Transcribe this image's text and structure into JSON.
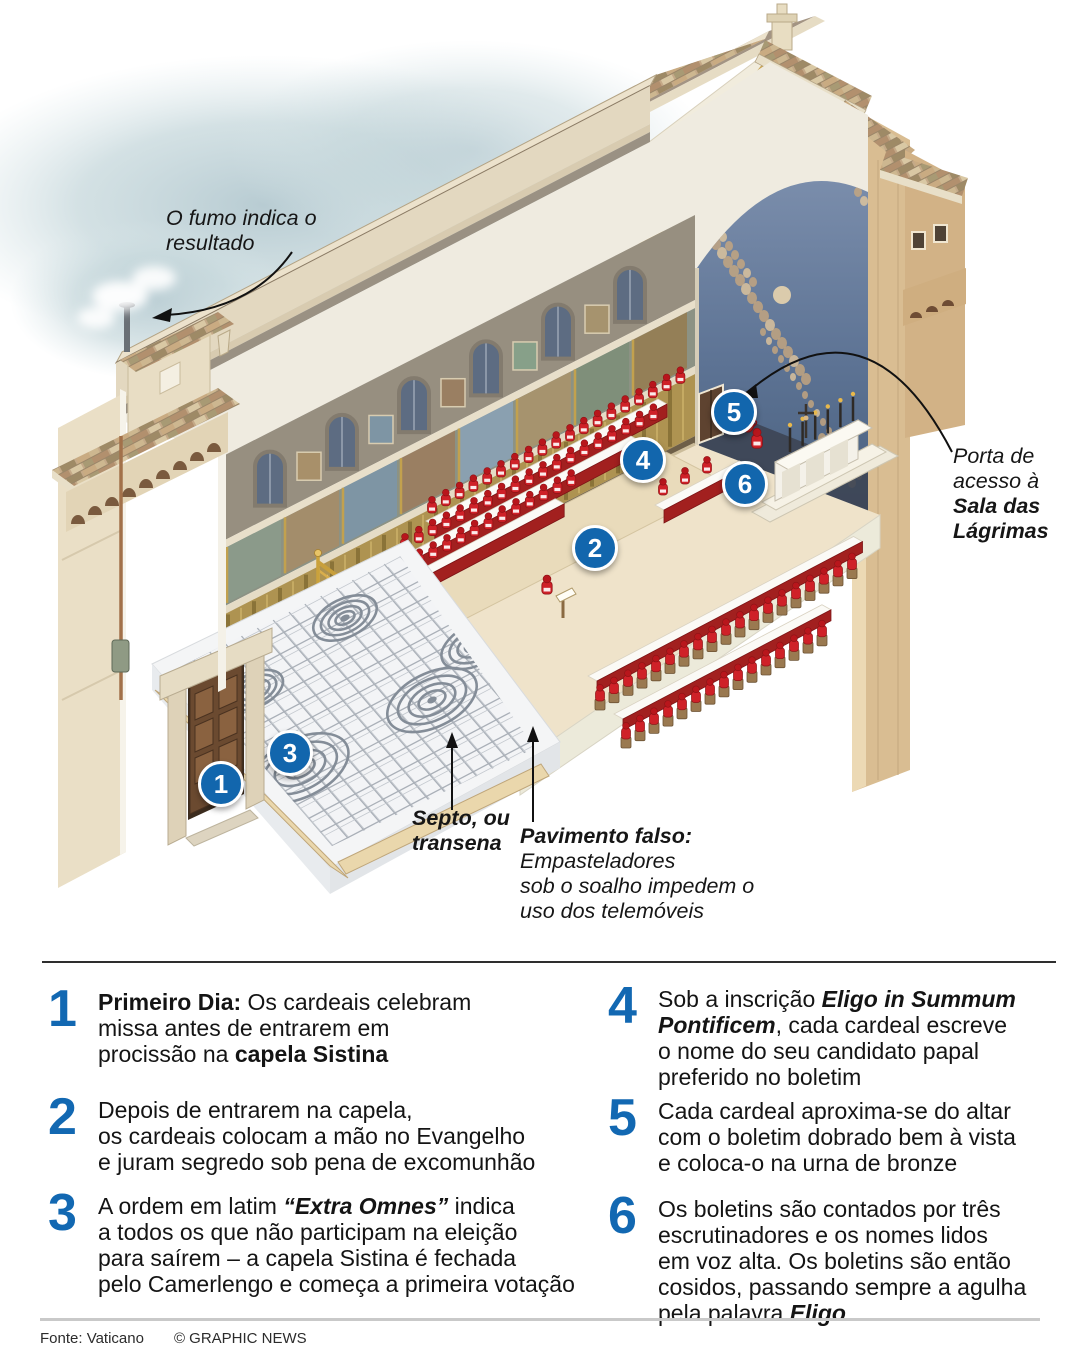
{
  "illustration": {
    "annotations": {
      "smoke": "O fumo indica o\nresultado",
      "porta_regular": "Porta de\nacesso à",
      "porta_bold": "Sala das\nLágrimas",
      "septo": "Septo, ou\ntransena",
      "pavimento_bold": "Pavimento falso:",
      "pavimento_rest": "\nEmpasteladores\nsob o soalho impedem o\nuso dos telemóveis"
    },
    "markers": [
      {
        "n": "1"
      },
      {
        "n": "2"
      },
      {
        "n": "3"
      },
      {
        "n": "4"
      },
      {
        "n": "5"
      },
      {
        "n": "6"
      }
    ]
  },
  "legend": {
    "items": [
      {
        "num": "1",
        "col": 0,
        "segments": [
          {
            "t": "Primeiro Dia:",
            "s": "b"
          },
          {
            "t": " Os cardeais celebram\nmissa antes de entrarem em\nprocissão na ",
            "s": ""
          },
          {
            "t": "capela Sistina",
            "s": "b"
          }
        ]
      },
      {
        "num": "2",
        "col": 0,
        "segments": [
          {
            "t": "Depois de entrarem na capela,\nos cardeais colocam a mão no Evangelho\ne juram segredo sob pena de excomunhão",
            "s": ""
          }
        ]
      },
      {
        "num": "3",
        "col": 0,
        "segments": [
          {
            "t": "A ordem em latim ",
            "s": ""
          },
          {
            "t": "“Extra Omnes”",
            "s": "bi"
          },
          {
            "t": " indica\na todos os que não participam na eleição\npara saírem – a capela Sistina é fechada\npelo Camerlengo e começa a primeira votação",
            "s": ""
          }
        ]
      },
      {
        "num": "4",
        "col": 1,
        "segments": [
          {
            "t": "Sob a inscrição ",
            "s": ""
          },
          {
            "t": "Eligo in Summum\nPontificem",
            "s": "bi"
          },
          {
            "t": ", cada cardeal escreve\no nome do seu candidato papal\npreferido no boletim",
            "s": ""
          }
        ]
      },
      {
        "num": "5",
        "col": 1,
        "segments": [
          {
            "t": "Cada cardeal aproxima-se do altar\ncom o boletim dobrado bem à vista\ne coloca-o na urna de bronze",
            "s": ""
          }
        ]
      },
      {
        "num": "6",
        "col": 1,
        "segments": [
          {
            "t": "Os boletins são contados por três\nescrutinadores e os nomes lidos\nem voz alta. Os boletins são então\ncosidos, passando sempre a agulha\npela palavra ",
            "s": ""
          },
          {
            "t": "Eligo",
            "s": "bi"
          }
        ]
      }
    ]
  },
  "footer": {
    "source": "Fonte: Vaticano",
    "copyright": "© GRAPHIC NEWS"
  },
  "colors": {
    "accent_blue": "#1266ad",
    "cardinal_red": "#cf2128",
    "gold": "#c89f3c",
    "roof_tan": "#c4a988"
  }
}
